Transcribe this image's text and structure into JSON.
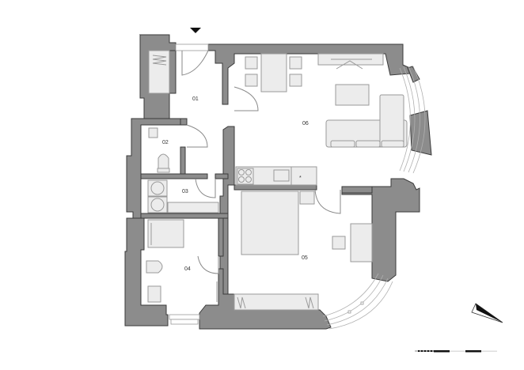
{
  "plan": {
    "type": "apartment floor plan",
    "colors": {
      "wall": "#8c8c8c",
      "wall_outline": "#3a3a3a",
      "furniture": "#ececec",
      "furniture_outline": "#9a9a9a",
      "background": "#ffffff"
    },
    "rooms": [
      {
        "id": "01",
        "label": "01",
        "name": "hall"
      },
      {
        "id": "02",
        "label": "02",
        "name": "toilet"
      },
      {
        "id": "03",
        "label": "03",
        "name": "utility"
      },
      {
        "id": "04",
        "label": "04",
        "name": "bathroom"
      },
      {
        "id": "05",
        "label": "05",
        "name": "bedroom"
      },
      {
        "id": "06",
        "label": "06",
        "name": "living-kitchen"
      }
    ],
    "entrance_marker": "entrance-arrow-icon",
    "north_arrow": "north-arrow-icon",
    "scale_bar": "scale-bar"
  }
}
